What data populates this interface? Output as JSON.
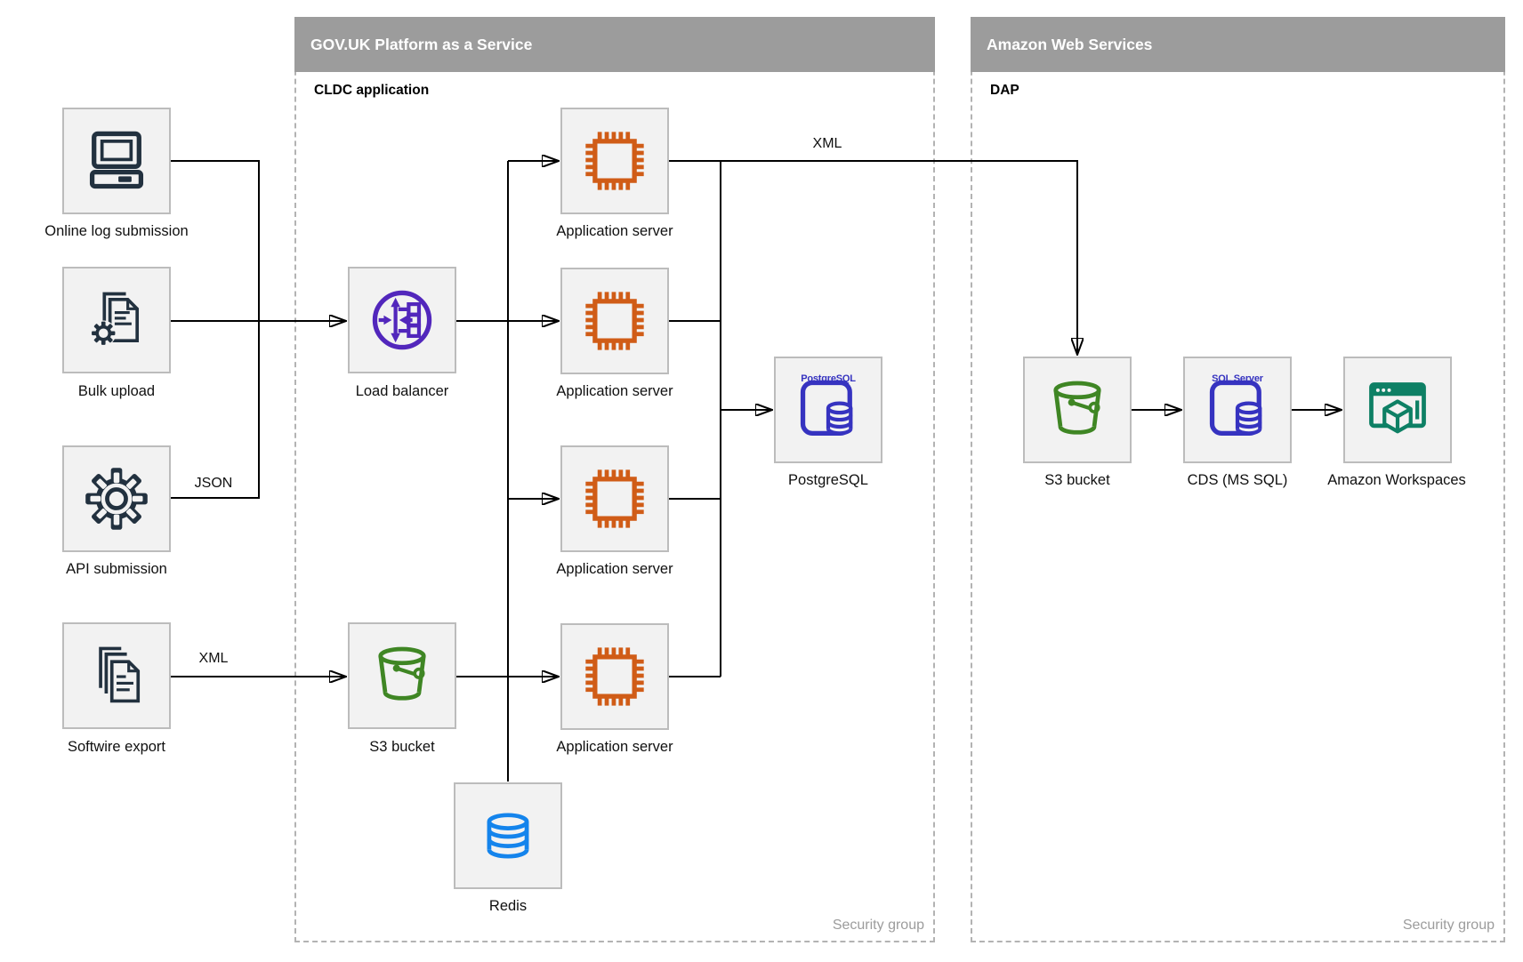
{
  "groups": {
    "paas": {
      "title": "GOV.UK Platform as a Service",
      "region_label": "CLDC application",
      "footer_label": "Security group"
    },
    "aws": {
      "title": "Amazon Web Services",
      "region_label": "DAP",
      "footer_label": "Security group"
    }
  },
  "nodes": {
    "online_log_submission": {
      "label": "Online log submission"
    },
    "bulk_upload": {
      "label": "Bulk upload"
    },
    "api_submission": {
      "label": "API submission"
    },
    "softwire_export": {
      "label": "Softwire export"
    },
    "load_balancer": {
      "label": "Load balancer"
    },
    "app_server_1": {
      "label": "Application server"
    },
    "app_server_2": {
      "label": "Application server"
    },
    "app_server_3": {
      "label": "Application server"
    },
    "app_server_4": {
      "label": "Application server"
    },
    "s3_bucket_paas": {
      "label": "S3 bucket"
    },
    "redis": {
      "label": "Redis"
    },
    "postgresql": {
      "label": "PostgreSQL",
      "icon_text": "PostgreSQL"
    },
    "s3_bucket_aws": {
      "label": "S3 bucket"
    },
    "cds_ms_sql": {
      "label": "CDS (MS SQL)",
      "icon_text": "SQL Server"
    },
    "amazon_workspaces": {
      "label": "Amazon Workspaces"
    }
  },
  "edge_labels": {
    "api_to_load_balancer": "JSON",
    "softwire_to_s3": "XML",
    "app_server_to_aws": "XML"
  },
  "colors": {
    "source_icon": "#22313f",
    "load_balancer": "#5227bc",
    "app_server": "#d05c17",
    "s3_bucket": "#3f8624",
    "redis": "#1484ec",
    "sql_card": "#3633c0",
    "workspaces": "#0e8065",
    "group_header_bg": "#9c9c9c",
    "connector": "#000000"
  }
}
